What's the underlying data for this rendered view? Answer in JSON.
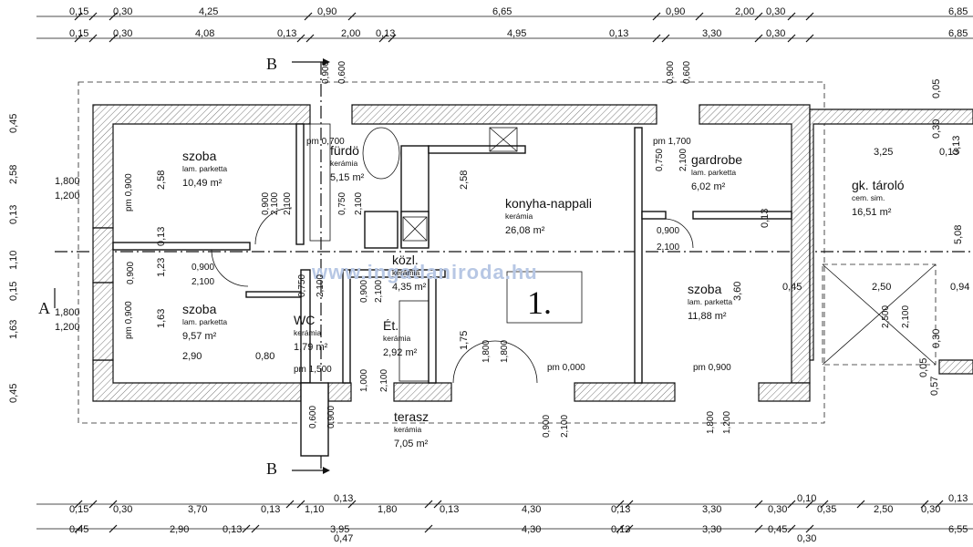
{
  "unit_label": "1.",
  "watermark": "www.ingatlaniroda.hu",
  "section_labels": {
    "b_top": "B",
    "b_bottom": "B",
    "a_left": "A"
  },
  "rooms": [
    {
      "name": "szoba",
      "material": "lam. parketta",
      "area": "10,49 m²"
    },
    {
      "name": "fürdö",
      "material": "kerámia",
      "area": "5,15 m²"
    },
    {
      "name": "konyha-nappali",
      "material": "kerámia",
      "area": "26,08 m²"
    },
    {
      "name": "gardrobe",
      "material": "lam. parketta",
      "area": "6,02 m²"
    },
    {
      "name": "gk. tároló",
      "material": "cem. sim.",
      "area": "16,51 m²"
    },
    {
      "name": "közl.",
      "material": "kerámia",
      "area": "4,35 m²"
    },
    {
      "name": "szoba",
      "material": "lam. parketta",
      "area": "11,88 m²"
    },
    {
      "name": "szoba",
      "material": "lam. parketta",
      "area": "9,57 m²"
    },
    {
      "name": "WC",
      "material": "kerámia",
      "area": "1,79 m²"
    },
    {
      "name": "Ét.",
      "material": "kerámia",
      "area": "2,92 m²"
    },
    {
      "name": "terasz",
      "material": "kerámia",
      "area": "7,05 m²"
    }
  ],
  "dimensions_top": {
    "row1": [
      "0,15",
      "0,30",
      "4,25",
      "0,90",
      "6,65",
      "0,90",
      "2,00",
      "0,30",
      "6,85"
    ],
    "row2": [
      "0,15",
      "0,30",
      "4,08",
      "0,13",
      "2,00",
      "0,13",
      "4,95",
      "0,13",
      "3,30",
      "0,30",
      "6,85"
    ]
  },
  "dimensions_bottom": {
    "above": [
      "0,13",
      "0,10",
      "0,13"
    ],
    "row1": [
      "0,15",
      "0,30",
      "3,70",
      "0,13",
      "1,10",
      "1,80",
      "0,13",
      "4,30",
      "0,13",
      "3,30",
      "0,30",
      "0,35",
      "2,50",
      "0,30"
    ],
    "row2": [
      "0,45",
      "2,90",
      "0,13",
      "3,95",
      "4,30",
      "0,13",
      "3,30",
      "0,45",
      "6,55"
    ],
    "below": [
      "0,47",
      "0,30"
    ]
  },
  "dimensions_left": {
    "outer": [
      "0,45",
      "2,58",
      "0,13",
      "1,10",
      "0,15",
      "1,63",
      "0,45"
    ],
    "window_upper": [
      "1,800",
      "1,200"
    ],
    "window_lower": [
      "1,800",
      "1,200"
    ]
  },
  "interior_dims": [
    "2,58",
    "0,13",
    "1,23",
    "1,63",
    "2,90",
    "0,80",
    "2,58",
    "1,75",
    "0,13",
    "3,60",
    "0,45",
    "3,25",
    "0,13",
    "5,08",
    "2,50",
    "0,94",
    "0,30",
    "0,05",
    "0,57",
    "0,05",
    "0,30",
    "0,13"
  ],
  "door_notes": [
    "pm 0,900",
    "pm 0,900",
    "pm 0,700",
    "pm 1,700",
    "pm 0,000",
    "pm 0,900",
    "pm 1,500",
    "0,900",
    "2,100",
    "0,900",
    "2,100",
    "0,750",
    "2,100",
    "0,750",
    "2,100",
    "0,900",
    "2,100",
    "0,900",
    "2,100",
    "0,750",
    "2,100",
    "0,900",
    "2,100",
    "1,800",
    "1,800",
    "1,000",
    "2,100",
    "2,500",
    "2,100",
    "0,900",
    "0,600",
    "0,900",
    "0,600",
    "0,900",
    "2,100",
    "1,800",
    "1,200",
    "0,600",
    "0,900"
  ]
}
